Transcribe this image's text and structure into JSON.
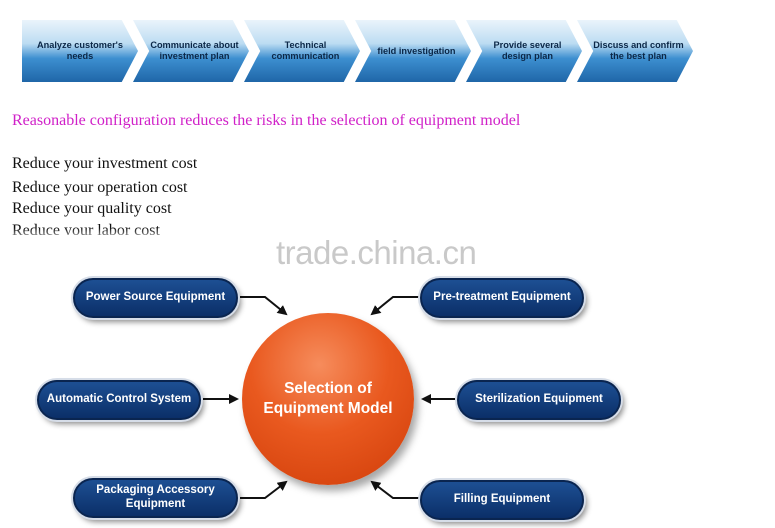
{
  "process_steps": [
    "Analyze customer's needs",
    "Communicate about investment plan",
    "Technical communication",
    "field investigation",
    "Provide several design plan",
    "Discuss and confirm the best plan"
  ],
  "intro_line": "Reasonable configuration reduces the risks in the selection of equipment model",
  "benefits": [
    "Reduce your investment cost",
    "Reduce your operation cost",
    "Reduce your quality cost",
    "Reduce your labor cost"
  ],
  "watermark": "trade.china.cn",
  "diagram": {
    "center_line1": "Selection of",
    "center_line2": "Equipment Model",
    "nodes": {
      "power_source": "Power Source Equipment",
      "pretreatment": "Pre-treatment Equipment",
      "automatic_control": "Automatic Control System",
      "sterilization": "Sterilization Equipment",
      "packaging_line1": "Packaging Accessory",
      "packaging_line2": "Equipment",
      "filling": "Filling Equipment"
    }
  },
  "colors": {
    "intro_text": "#d020c8",
    "node_fill": "#0b2f68",
    "center_fill": "#e9591f",
    "chevron_fill": "#3d8fd0"
  }
}
